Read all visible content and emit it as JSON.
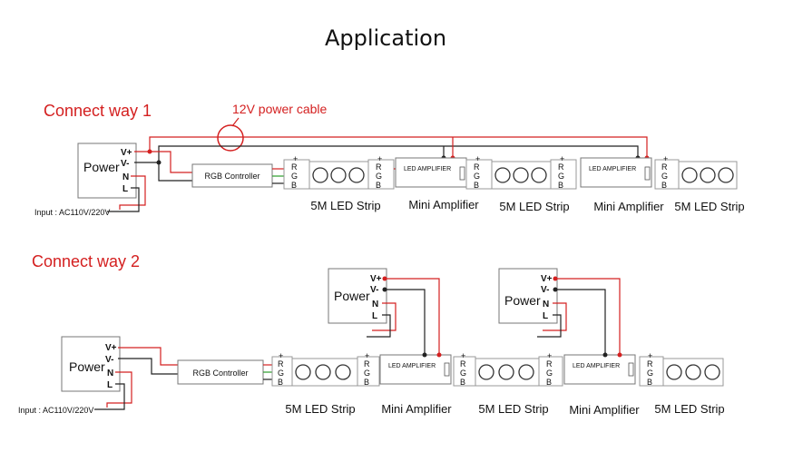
{
  "title": "Application",
  "way1": {
    "heading": "Connect way 1",
    "cable_label": "12V power cable",
    "power_label": "Power",
    "pins": [
      "V+",
      "V-",
      "N",
      "L"
    ],
    "input_label": "Input : AC110V/220V",
    "controller_label": "RGB Controller",
    "amp_label": "LED AMPLIFIER",
    "rgb_pins": [
      "R",
      "G",
      "B"
    ],
    "plus": "+",
    "captions": [
      "5M LED Strip",
      "Mini Amplifier",
      "5M LED Strip",
      "Mini Amplifier",
      "5M LED Strip"
    ]
  },
  "way2": {
    "heading": "Connect way 2",
    "power_label": "Power",
    "pins": [
      "V+",
      "V-",
      "N",
      "L"
    ],
    "input_label": "Input : AC110V/220V",
    "controller_label": "RGB Controller",
    "amp_label": "LED AMPLIFIER",
    "rgb_pins": [
      "R",
      "G",
      "B"
    ],
    "plus": "+",
    "captions": [
      "5M LED Strip",
      "Mini Amplifier",
      "5M LED Strip",
      "Mini Amplifier",
      "5M LED Strip"
    ]
  },
  "colors": {
    "red": "#d42020",
    "black": "#222222",
    "green": "#2a9d2a"
  }
}
